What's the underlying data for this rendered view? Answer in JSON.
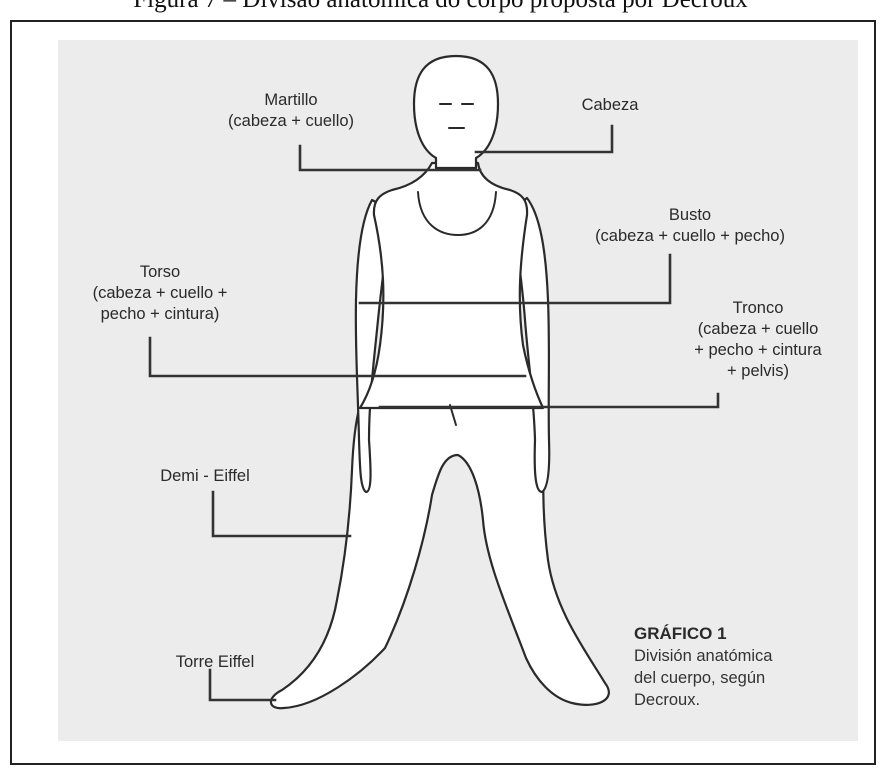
{
  "caption": "Figura 7 – Divisão anatômica do corpo proposta por Decroux",
  "labels": {
    "martillo": {
      "title": "Martillo",
      "detail": "(cabeza + cuello)"
    },
    "cabeza": {
      "title": "Cabeza"
    },
    "busto": {
      "title": "Busto",
      "detail": "(cabeza + cuello + pecho)"
    },
    "torso": {
      "title": "Torso",
      "detail1": "(cabeza + cuello +",
      "detail2": "pecho + cintura)"
    },
    "tronco": {
      "title": "Tronco",
      "detail1": "(cabeza + cuello",
      "detail2": "+ pecho + cintura",
      "detail3": "+ pelvis)"
    },
    "demi_eiffel": {
      "title": "Demi - Eiffel"
    },
    "torre_eiffel": {
      "title": "Torre Eiffel"
    }
  },
  "grafico": {
    "title": "GRÁFICO 1",
    "line1": "División anatómica",
    "line2": "del cuerpo, según",
    "line3": "Decroux."
  },
  "colors": {
    "panel": "#ececec",
    "figure_fill": "#ffffff",
    "outline": "#2a2a2a"
  }
}
